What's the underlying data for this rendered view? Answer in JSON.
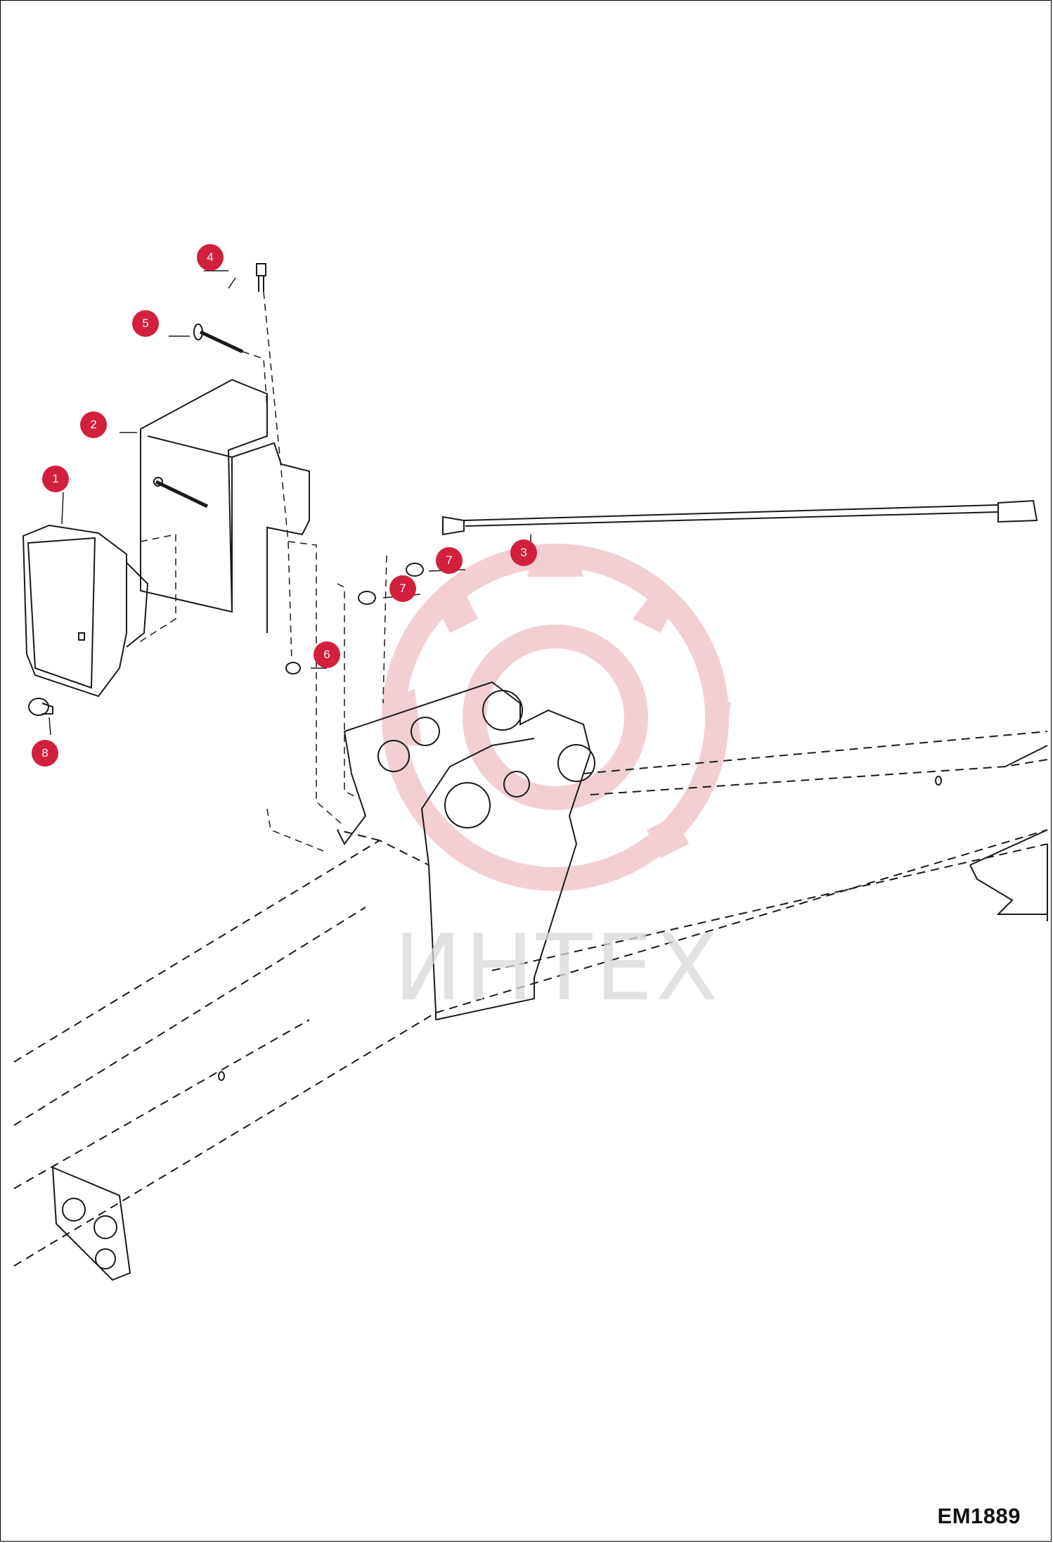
{
  "callouts": [
    {
      "id": "c1",
      "label": "1",
      "part": "lamp"
    },
    {
      "id": "c2",
      "label": "2",
      "part": "bracket"
    },
    {
      "id": "c3",
      "label": "3",
      "part": "harness"
    },
    {
      "id": "c4",
      "label": "4",
      "part": "bolt"
    },
    {
      "id": "c5",
      "label": "5",
      "part": "carriage-bolt"
    },
    {
      "id": "c6",
      "label": "6",
      "part": "nut"
    },
    {
      "id": "c7a",
      "label": "7",
      "part": "flange-nut"
    },
    {
      "id": "c7b",
      "label": "7",
      "part": "flange-nut"
    },
    {
      "id": "c8",
      "label": "8",
      "part": "bulb"
    }
  ],
  "figure_code": "EM1889",
  "watermark": "ИНТЕХ",
  "colors": {
    "callout": "#d21f3c",
    "line": "#1a1a1a",
    "watermark_gear": "#f2c7cd",
    "watermark_text": "#d9d9d9"
  }
}
